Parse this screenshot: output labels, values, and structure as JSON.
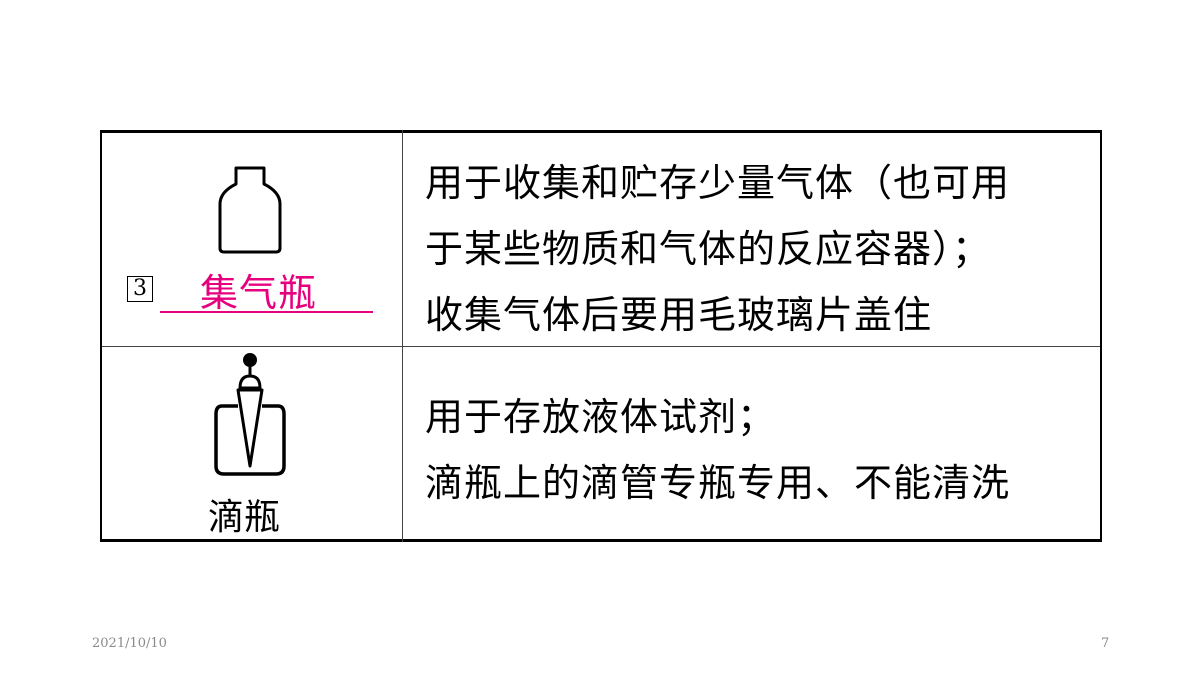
{
  "table": {
    "rows": [
      {
        "item_number": "3",
        "answer": "集气瓶",
        "icon": "gas-collecting-bottle-icon",
        "description": [
          "用于收集和贮存少量气体（也可用",
          "于某些物质和气体的反应容器）；",
          "收集气体后要用毛玻璃片盖住"
        ]
      },
      {
        "name": "滴瓶",
        "icon": "dropper-bottle-icon",
        "description": [
          "用于存放液体试剂；",
          "滴瓶上的滴管专瓶专用、不能清洗"
        ]
      }
    ]
  },
  "footer": {
    "date": "2021/10/10",
    "page": "7"
  },
  "colors": {
    "answer": "#e6007e",
    "footer_text": "#8a8a8a"
  }
}
